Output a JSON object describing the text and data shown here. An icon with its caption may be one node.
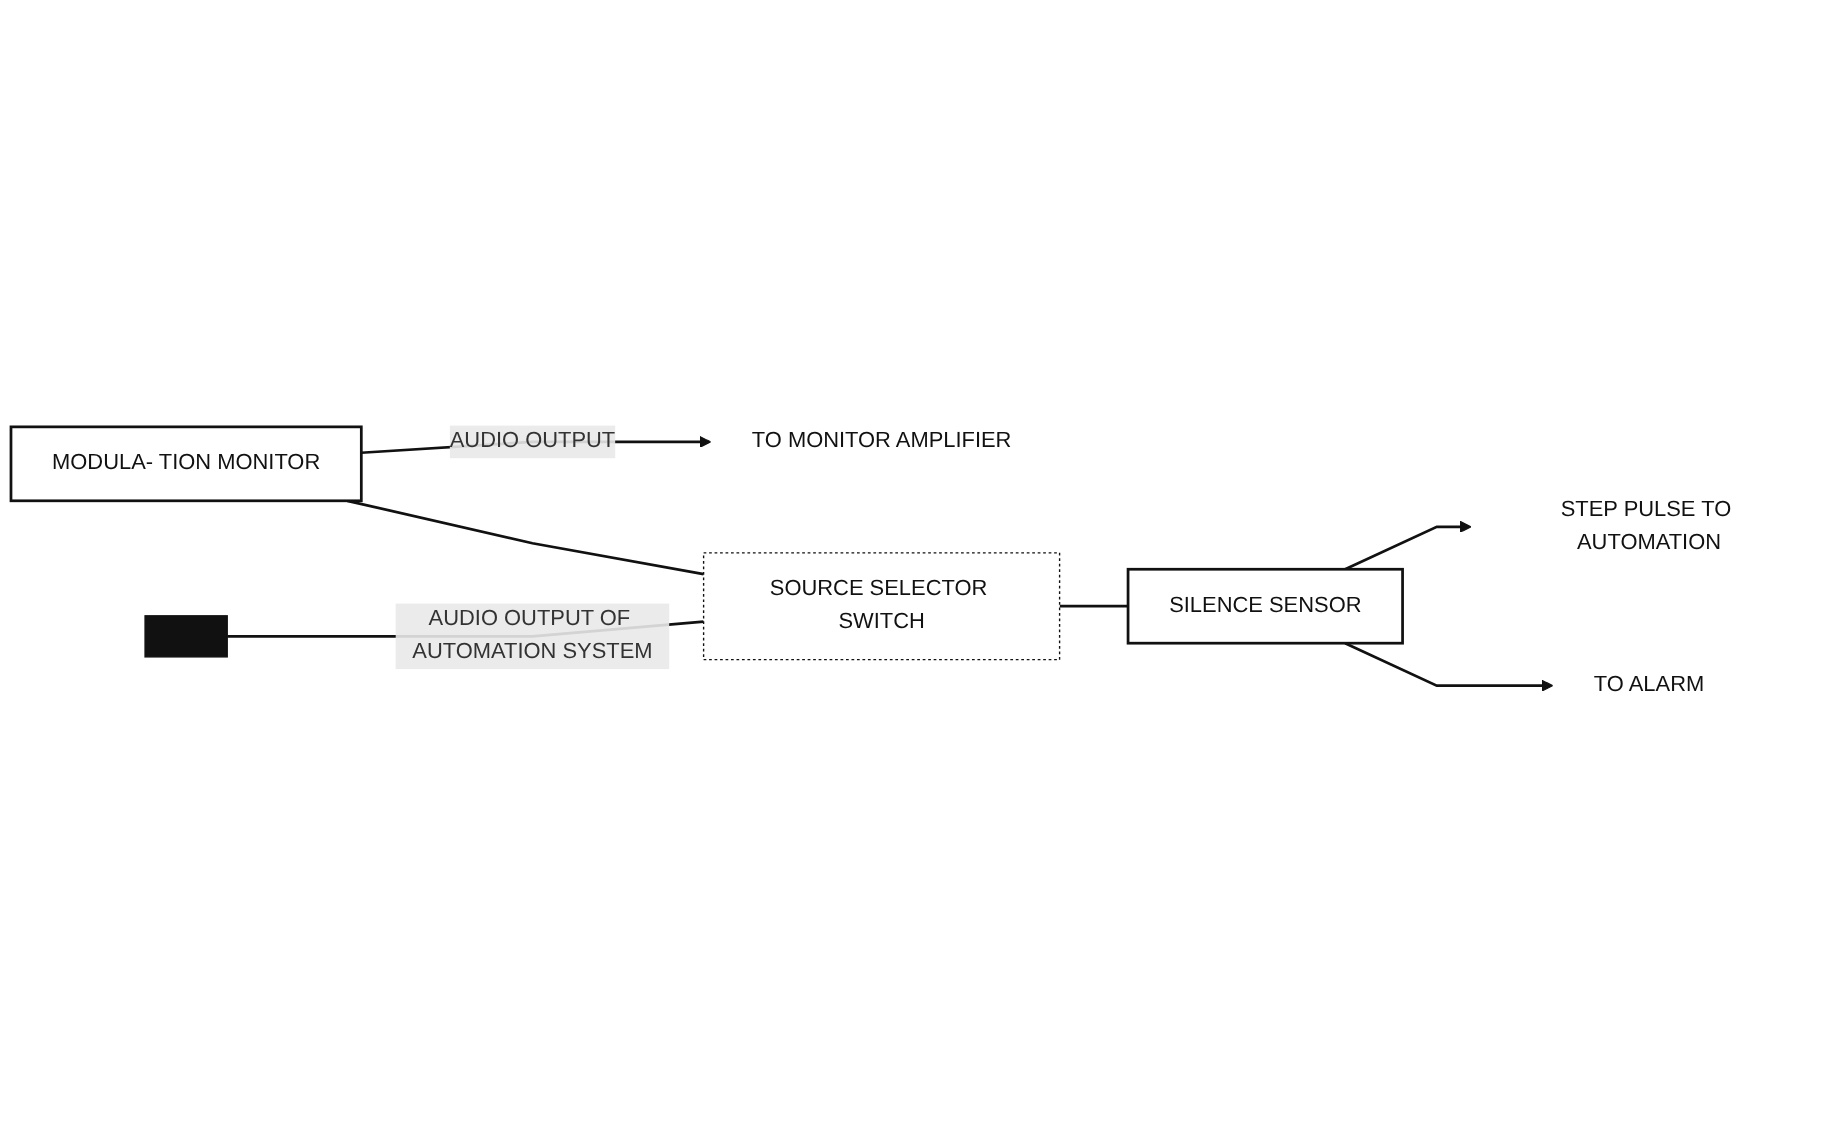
{
  "diagram": {
    "nodes": [
      {
        "text": [
          "MODULA- TION MONITOR"
        ]
      },
      {
        "text": [
          "TO MONITOR AMPLIFIER"
        ]
      },
      {
        "text": [
          "STEP PULSE TO AUTOMATION"
        ]
      },
      {
        "text": [],
        "shape": "box"
      },
      {
        "text": [
          "SILENCE SENSOR"
        ]
      },
      {
        "text": [
          "SOURCE SELECTOR SWITCH"
        ]
      },
      {
        "text": [
          "TO ALARM"
        ]
      }
    ],
    "edges": [
      {
        "from": 0,
        "to": 1,
        "arrow": "to",
        "label": "AUDIO OUTPUT"
      },
      {
        "from": 0,
        "to": 5,
        "arrow": "none"
      },
      {
        "from": 3,
        "to": 5,
        "arrow": "none",
        "label": "AUDIO OUTPUT OF AUTOMATION SYSTEM"
      },
      {
        "from": 5,
        "to": 4,
        "arrow": "none"
      },
      {
        "from": 4,
        "to": 2,
        "arrow": "to"
      },
      {
        "from": 4,
        "to": 6,
        "arrow": "to"
      }
    ]
  }
}
